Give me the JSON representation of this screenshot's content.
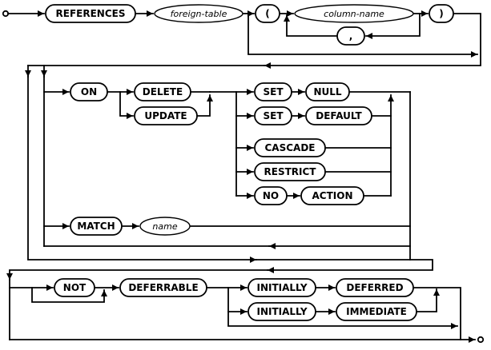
{
  "diagram": {
    "background": "#ffffff",
    "line_color": "#000000",
    "text_color": "#000000",
    "nodes": {
      "references": "REFERENCES",
      "foreign_table": "foreign-table",
      "open_paren": "(",
      "column_name": "column-name",
      "comma": ",",
      "close_paren": ")",
      "on": "ON",
      "delete": "DELETE",
      "update": "UPDATE",
      "set1": "SET",
      "null": "NULL",
      "set2": "SET",
      "default": "DEFAULT",
      "cascade": "CASCADE",
      "restrict": "RESTRICT",
      "no": "NO",
      "action": "ACTION",
      "match": "MATCH",
      "name": "name",
      "not": "NOT",
      "deferrable": "DEFERRABLE",
      "initially1": "INITIALLY",
      "deferred": "DEFERRED",
      "initially2": "INITIALLY",
      "immediate": "IMMEDIATE"
    }
  }
}
